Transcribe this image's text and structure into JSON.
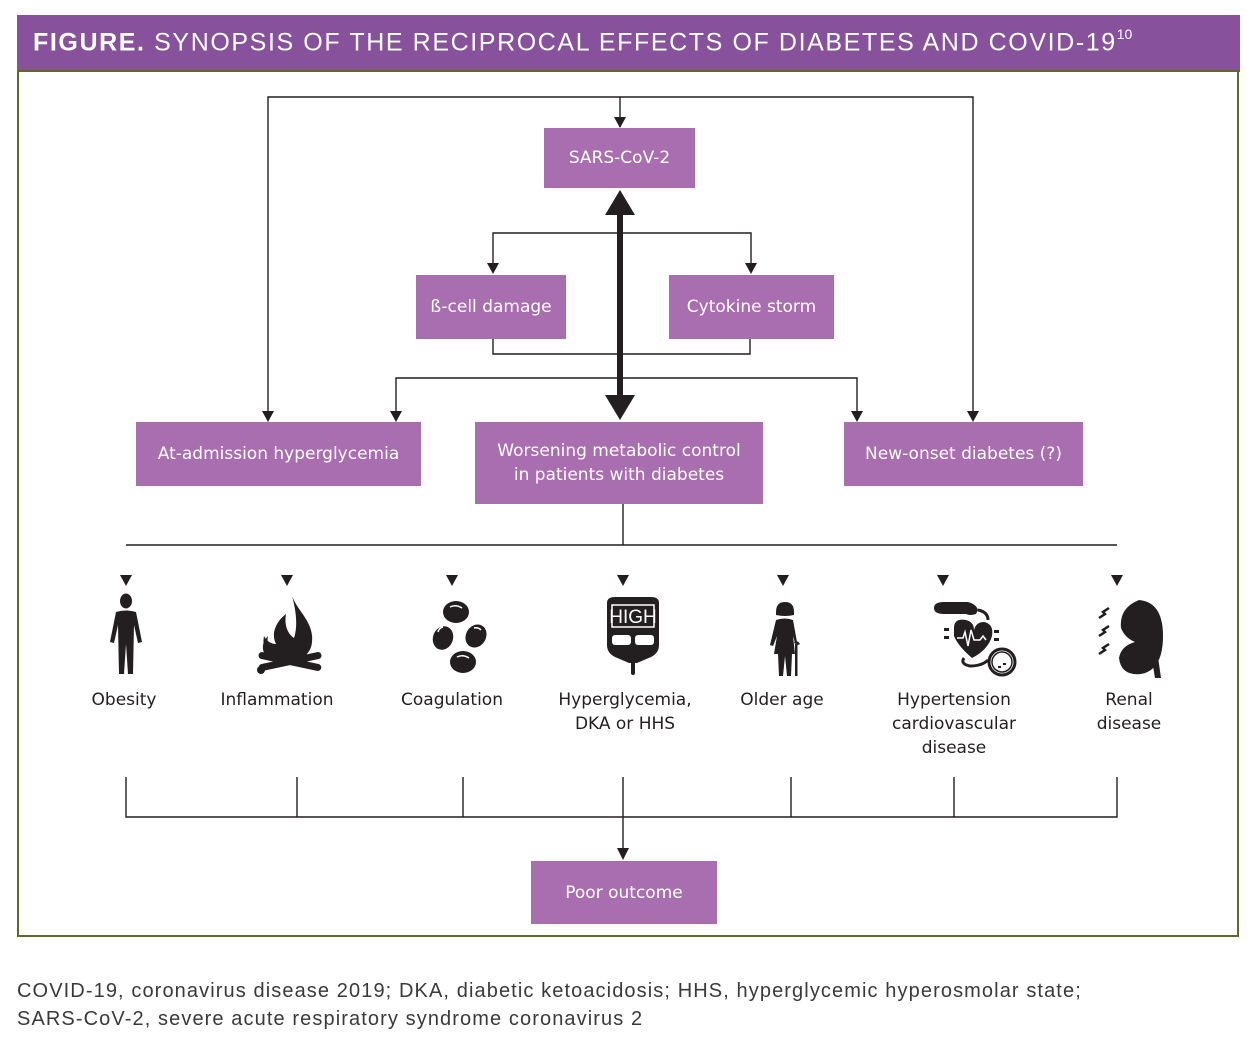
{
  "figure": {
    "title_lead": "FIGURE.",
    "title_main": "SYNOPSIS OF THE RECIPROCAL EFFECTS OF DIABETES AND COVID-19",
    "title_ref": "10",
    "colors": {
      "header_bg": "#87519b",
      "box_fill": "#a96eaf",
      "frame_border": "#5c6a2e",
      "line": "#231f20"
    }
  },
  "nodes": {
    "sars": "SARS-CoV-2",
    "beta_cell": "ß-cell damage",
    "cytokine": "Cytokine storm",
    "admission": "At-admission hyperglycemia",
    "worsening_line1": "Worsening metabolic control",
    "worsening_line2": "in patients with diabetes",
    "new_onset": "New-onset diabetes (?)",
    "poor_outcome": "Poor outcome"
  },
  "risk_factors": [
    {
      "icon": "person-icon",
      "lines": [
        "Obesity"
      ]
    },
    {
      "icon": "campfire-icon",
      "lines": [
        "Inflammation"
      ]
    },
    {
      "icon": "blood-cells-icon",
      "lines": [
        "Coagulation"
      ]
    },
    {
      "icon": "glucose-meter-icon",
      "icon_text": "HIGH",
      "lines": [
        "Hyperglycemia,",
        "DKA or HHS"
      ]
    },
    {
      "icon": "elderly-woman-icon",
      "lines": [
        "Older age"
      ]
    },
    {
      "icon": "blood-pressure-heart-icon",
      "lines": [
        "Hypertension",
        "cardiovascular",
        "disease"
      ]
    },
    {
      "icon": "kidney-icon",
      "lines": [
        "Renal",
        "disease"
      ]
    }
  ],
  "footnote": {
    "line1": "COVID-19, coronavirus disease 2019; DKA, diabetic ketoacidosis; HHS, hyperglycemic hyperosmolar state;",
    "line2": "SARS-CoV-2, severe acute respiratory syndrome coronavirus 2"
  }
}
